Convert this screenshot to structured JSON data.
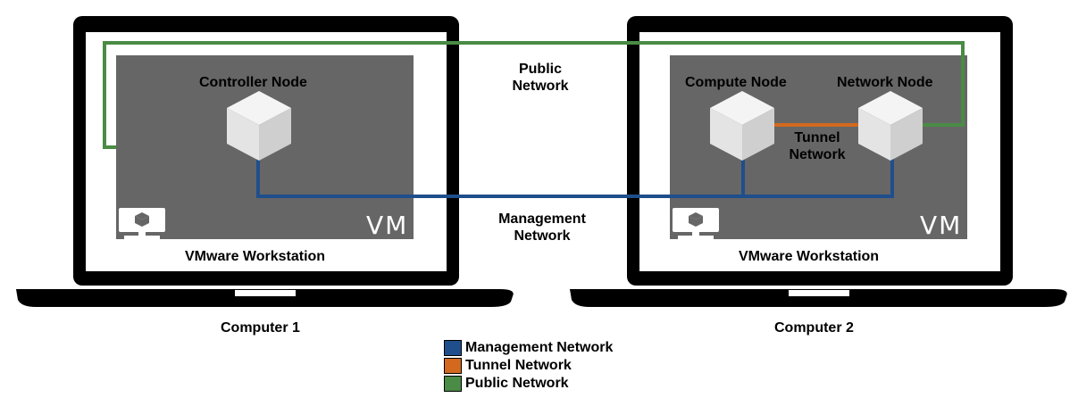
{
  "colors": {
    "management": "#1f4e8c",
    "tunnel": "#d2691e",
    "public": "#4a8b45",
    "vm_screen": "#666666",
    "laptop": "#000000"
  },
  "public_network_label": "Public\nNetwork",
  "management_network_label": "Management\nNetwork",
  "tunnel_network_label": "Tunnel\nNetwork",
  "computer1": {
    "label": "Computer 1",
    "vmware_label": "VMware Workstation",
    "vm_logo": "VM",
    "monitor_icon": "monitor-icon",
    "nodes": [
      {
        "label": "Controller Node"
      }
    ]
  },
  "computer2": {
    "label": "Computer 2",
    "vmware_label": "VMware Workstation",
    "vm_logo": "VM",
    "monitor_icon": "monitor-icon",
    "nodes": [
      {
        "label": "Compute Node"
      },
      {
        "label": "Network Node"
      }
    ]
  },
  "legend": [
    {
      "label": "Management Network",
      "color": "#1f4e8c"
    },
    {
      "label": "Tunnel Network",
      "color": "#d2691e"
    },
    {
      "label": "Public Network",
      "color": "#4a8b45"
    }
  ]
}
